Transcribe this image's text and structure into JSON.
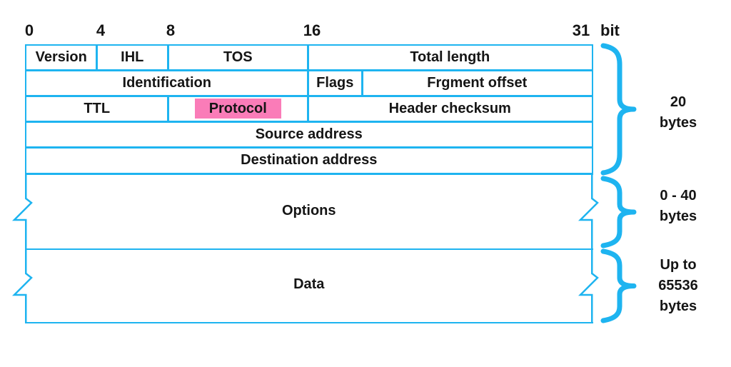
{
  "palette": {
    "line_color": "#1eb4f0",
    "highlight_color": "#fa7cb8",
    "text_color": "#151515"
  },
  "axis": {
    "ticks": [
      "0",
      "4",
      "8",
      "16",
      "31"
    ],
    "unit": "bit"
  },
  "table": {
    "rows": [
      {
        "cells": [
          {
            "label": "Version"
          },
          {
            "label": "IHL"
          },
          {
            "label": "TOS"
          },
          {
            "label": "Total length"
          }
        ]
      },
      {
        "cells": [
          {
            "label": "Identification"
          },
          {
            "label": "Flags"
          },
          {
            "label": "Frgment offset"
          }
        ]
      },
      {
        "cells": [
          {
            "label": "TTL"
          },
          {
            "label": "Protocol",
            "highlighted": true
          },
          {
            "label": "Header checksum"
          }
        ]
      },
      {
        "cells": [
          {
            "label": "Source address"
          }
        ]
      },
      {
        "cells": [
          {
            "label": "Destination address"
          }
        ]
      },
      {
        "cells": [
          {
            "label": "Options"
          }
        ]
      },
      {
        "cells": [
          {
            "label": "Data"
          }
        ]
      }
    ]
  },
  "annotations": [
    {
      "lines": [
        "20",
        "bytes"
      ]
    },
    {
      "lines": [
        "0 - 40",
        "bytes"
      ]
    },
    {
      "lines": [
        "Up to",
        "65536",
        "bytes"
      ]
    }
  ]
}
